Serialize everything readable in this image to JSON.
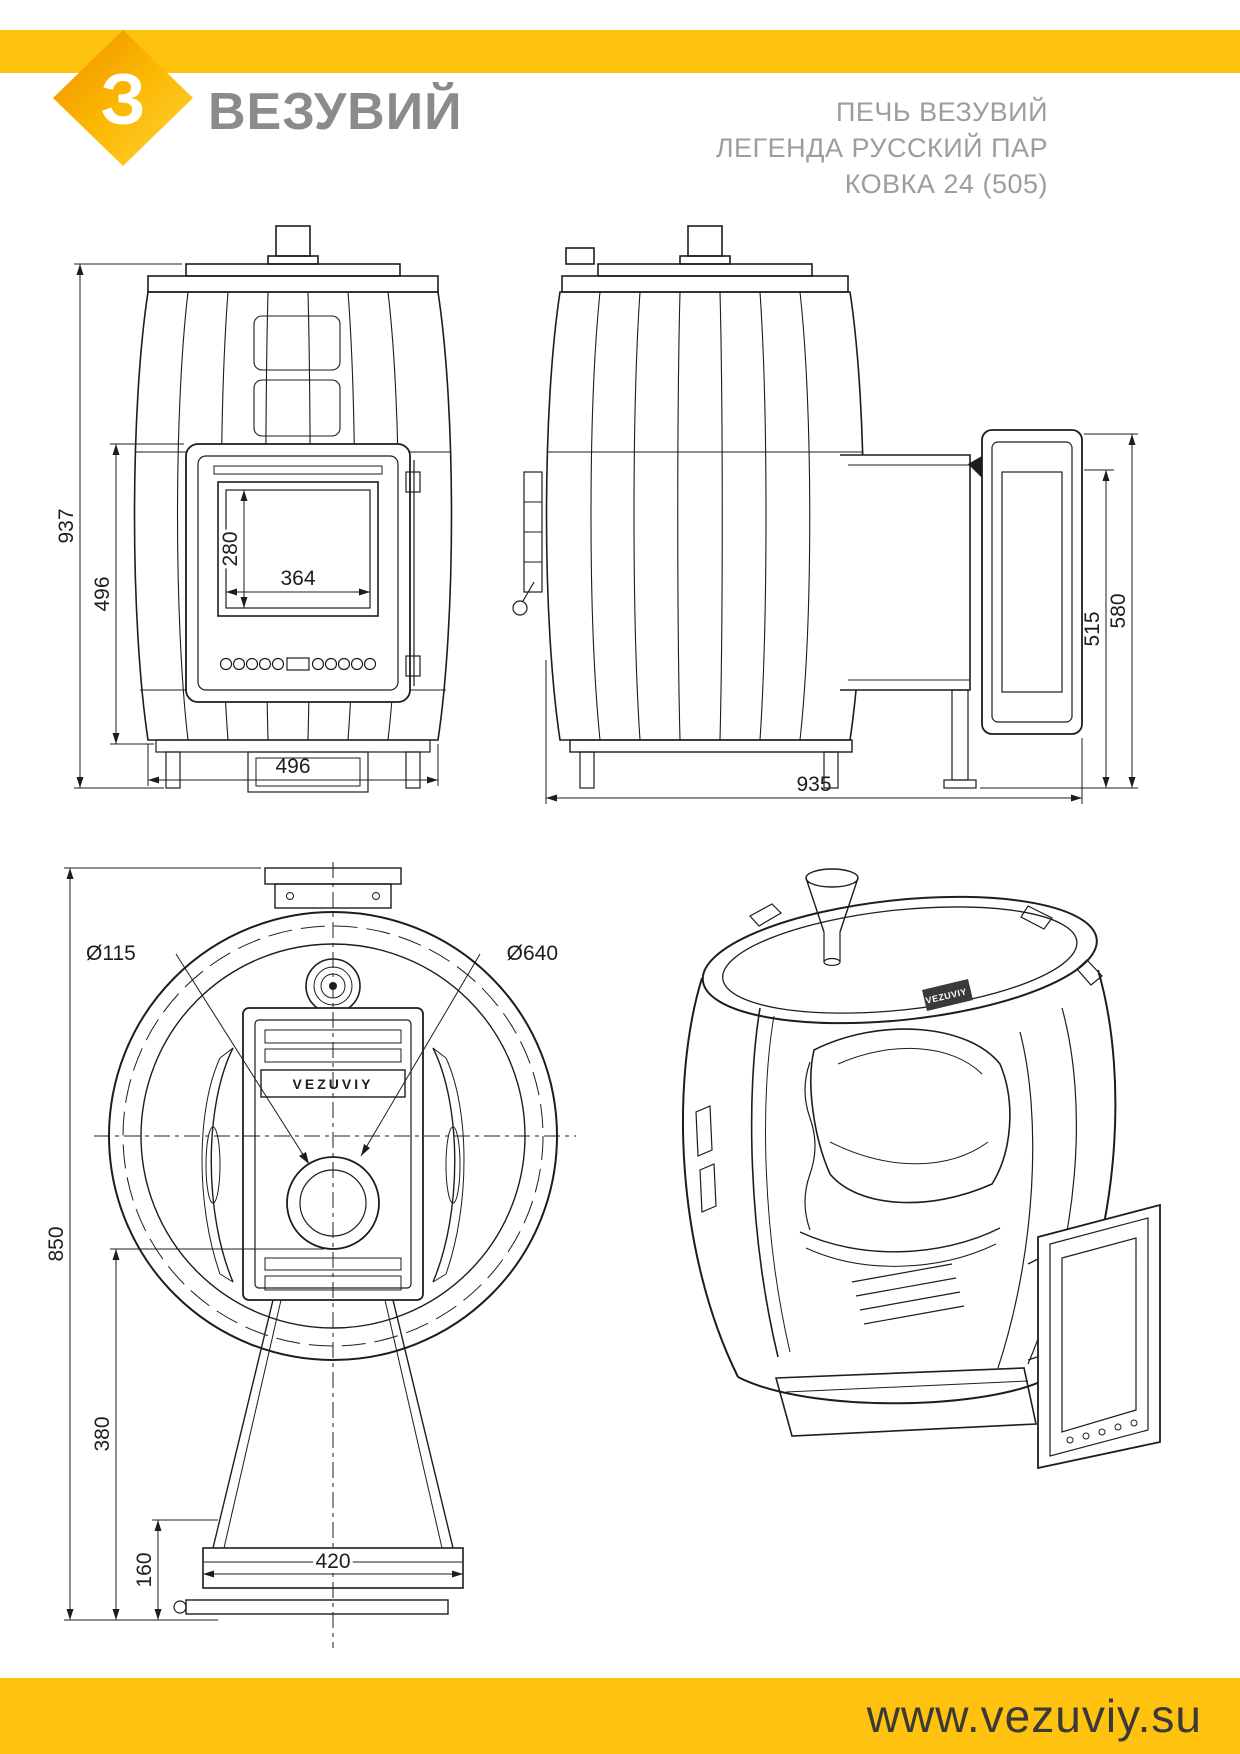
{
  "brand": {
    "name": "ВЕЗУВИЙ",
    "logo_glyph": "З"
  },
  "header": {
    "title_lines": [
      "ПЕЧЬ ВЕЗУВИЙ",
      "ЛЕГЕНДА РУССКИЙ ПАР",
      "КОВКА 24 (505)"
    ]
  },
  "footer": {
    "website": "www.vezuviy.su"
  },
  "colors": {
    "accent": "#FFC20E",
    "line": "#1D1D1B",
    "title_gray": "#9D9D9C",
    "brand_gray": "#8A8B8D",
    "footer_text": "#3A3A39"
  },
  "views": {
    "front": {
      "dims": {
        "overall_height": "937",
        "door_unit_height": "496",
        "glass_height": "280",
        "glass_width": "364",
        "body_width": "496"
      }
    },
    "side": {
      "dims": {
        "overall_depth": "935",
        "tunnel_height": "515",
        "door_height": "580"
      }
    },
    "top": {
      "brand_plate": "VEZUVIY",
      "dims": {
        "chimney_diameter": "Ø115",
        "body_diameter": "Ø640",
        "overall_depth": "850",
        "opening_to_front": "380",
        "base_offset": "160",
        "tunnel_width": "420"
      }
    },
    "iso": {
      "brand_plate": "VEZUVIY"
    }
  }
}
